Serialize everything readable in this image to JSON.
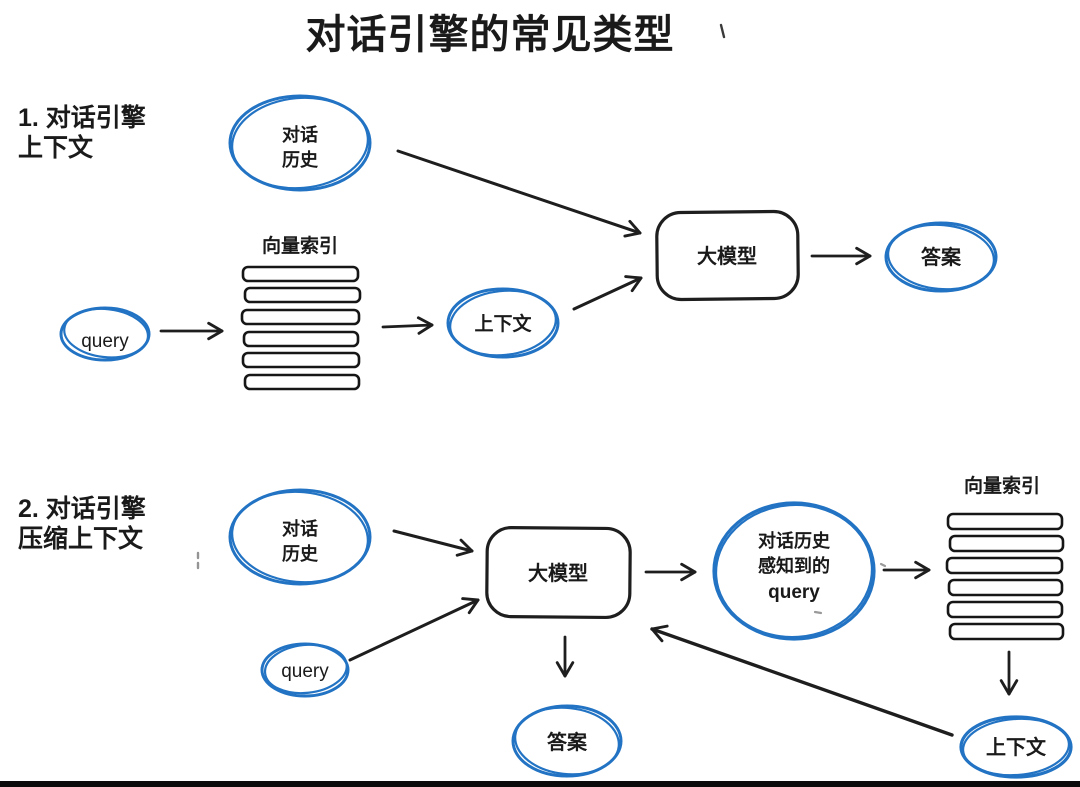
{
  "title": "对话引擎的常见类型",
  "colors": {
    "accent_blue": "#2273c3",
    "ink": "#1e1e1e",
    "background": "#ffffff",
    "bottom_bar": "#0a0a0a"
  },
  "sections": [
    {
      "heading": {
        "line1": "1. 对话引擎",
        "line2": "上下文"
      },
      "nodes": {
        "dialog_history": {
          "line1": "对话",
          "line2": "历史"
        },
        "vector_index_label": "向量索引",
        "query": "query",
        "context": "上下文",
        "model": "大模型",
        "answer": "答案"
      }
    },
    {
      "heading": {
        "line1": "2. 对话引擎",
        "line2": "压缩上下文"
      },
      "nodes": {
        "dialog_history": {
          "line1": "对话",
          "line2": "历史"
        },
        "query": "query",
        "model": "大模型",
        "aware_query": {
          "line1": "对话历史",
          "line2": "感知到的",
          "line3": "query"
        },
        "vector_index_label": "向量索引",
        "context": "上下文",
        "answer": "答案"
      }
    }
  ]
}
